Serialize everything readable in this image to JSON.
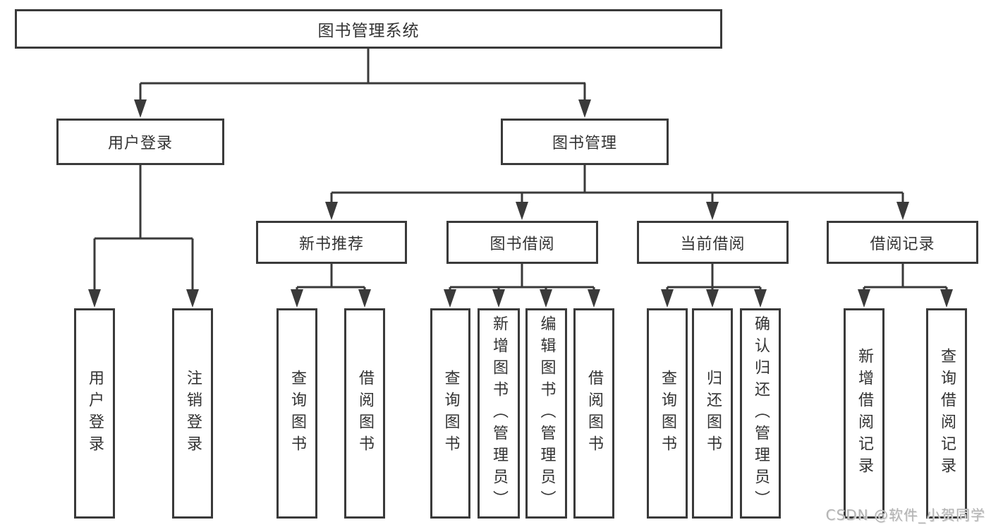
{
  "colors": {
    "bg": "#ffffff",
    "line": "#3a3a3a",
    "text": "#333333",
    "watermark": "#b3b3b3"
  },
  "tree": {
    "root": {
      "label": "图书管理系统"
    },
    "branches": [
      {
        "label": "用户登录",
        "children": [
          {
            "label": "用户登录"
          },
          {
            "label": "注销登录"
          }
        ]
      },
      {
        "label": "图书管理",
        "children": [
          {
            "label": "新书推荐",
            "children": [
              {
                "label": "查询图书"
              },
              {
                "label": "借阅图书"
              }
            ]
          },
          {
            "label": "图书借阅",
            "children": [
              {
                "label": "查询图书"
              },
              {
                "label": "新增图书（管理员）"
              },
              {
                "label": "编辑图书（管理员）"
              },
              {
                "label": "借阅图书"
              }
            ]
          },
          {
            "label": "当前借阅",
            "children": [
              {
                "label": "查询图书"
              },
              {
                "label": "归还图书"
              },
              {
                "label": "确认归还（管理员）"
              }
            ]
          },
          {
            "label": "借阅记录",
            "children": [
              {
                "label": "新增借阅记录"
              },
              {
                "label": "查询借阅记录"
              }
            ]
          }
        ]
      }
    ]
  },
  "watermark": {
    "text": "CSDN @软件_小贺同学"
  }
}
